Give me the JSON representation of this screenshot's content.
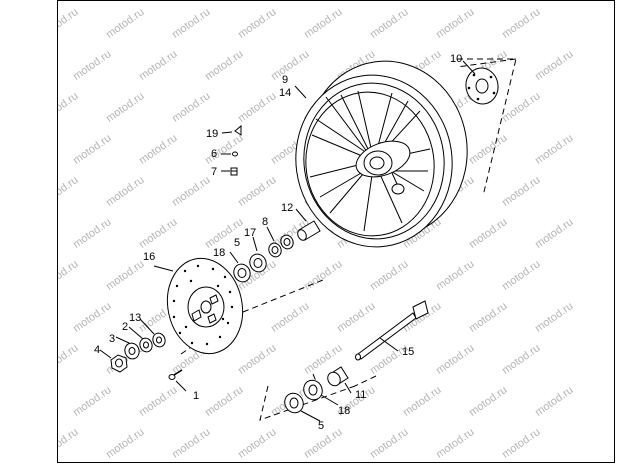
{
  "watermark": "motod.ru",
  "callouts": {
    "c1": "1",
    "c2": "2",
    "c3": "3",
    "c4": "4",
    "c5a": "5",
    "c5b": "5",
    "c6": "6",
    "c7": "7",
    "c8": "8",
    "c9": "9",
    "c10": "10",
    "c11": "11",
    "c12": "12",
    "c13": "13",
    "c14": "14",
    "c15": "15",
    "c16": "16",
    "c17": "17",
    "c18a": "18",
    "c18b": "18",
    "c19": "19"
  }
}
